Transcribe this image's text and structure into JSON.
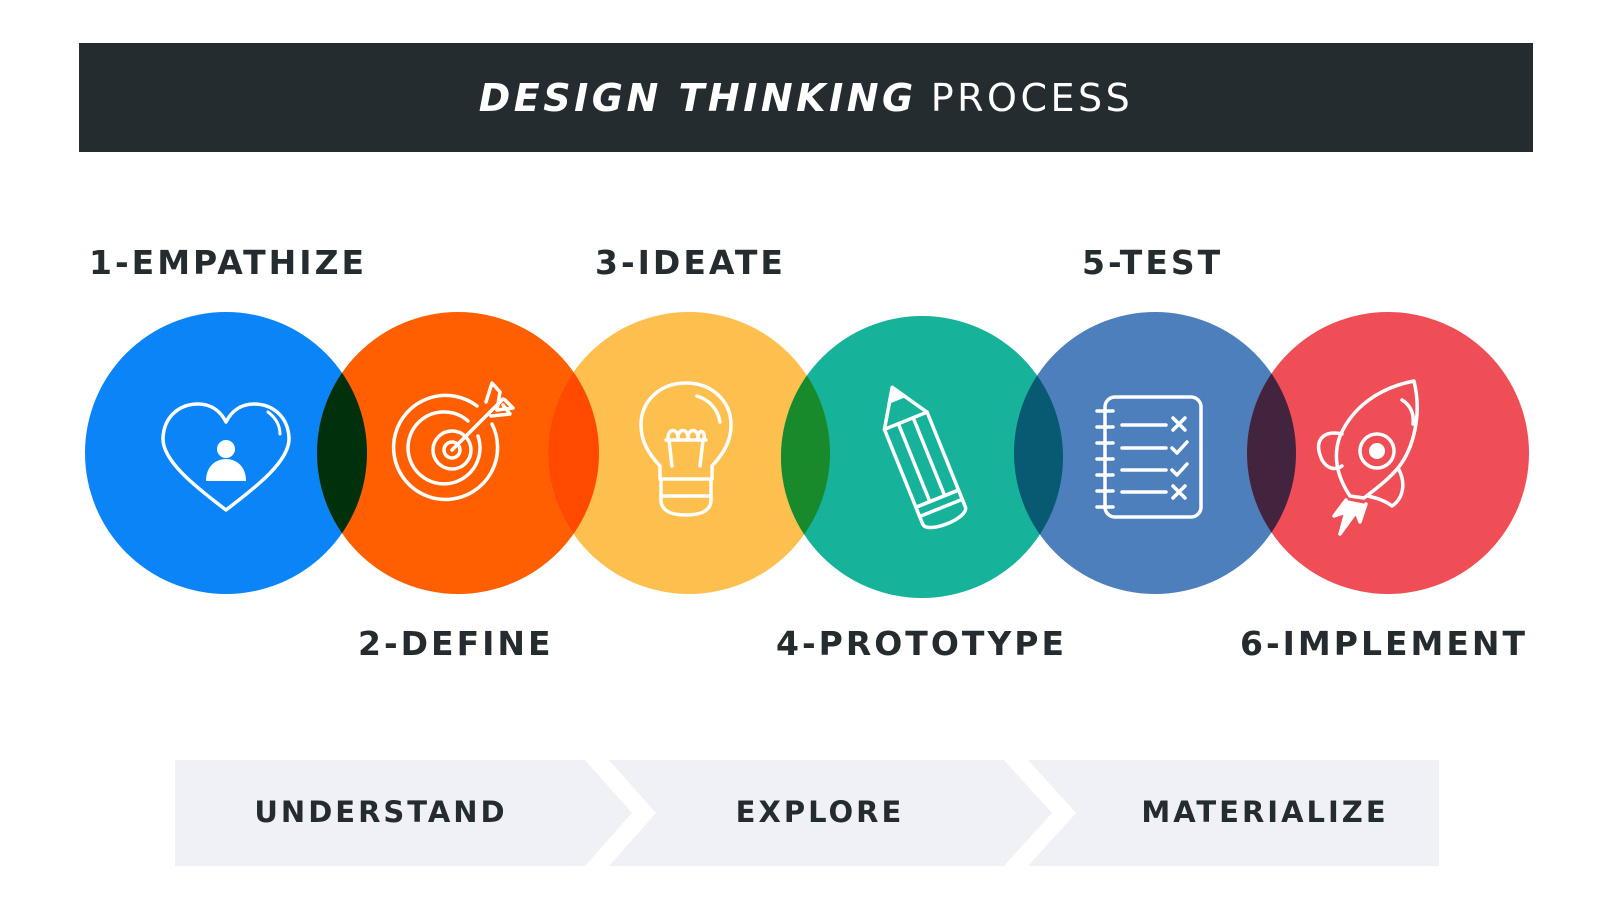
{
  "title": {
    "emphasis": "DESIGN THINKING",
    "rest": "PROCESS"
  },
  "steps": [
    {
      "label": "1-EMPATHIZE",
      "color": "#0a84f7",
      "icon": "heart-person-icon"
    },
    {
      "label": "2-DEFINE",
      "color": "#ff5f00",
      "icon": "target-arrow-icon"
    },
    {
      "label": "3-IDEATE",
      "color": "#fdbf4d",
      "icon": "lightbulb-icon"
    },
    {
      "label": "4-PROTOTYPE",
      "color": "#16b29a",
      "icon": "pencil-icon"
    },
    {
      "label": "5-TEST",
      "color": "#4c7fbb",
      "icon": "checklist-icon"
    },
    {
      "label": "6-IMPLEMENT",
      "color": "#ef4e56",
      "icon": "rocket-icon"
    }
  ],
  "overlap_colors": [
    "#00300c",
    "#ff4a00",
    "#198a2c",
    "#085a73",
    "#43243e"
  ],
  "phases": [
    {
      "label": "UNDERSTAND"
    },
    {
      "label": "EXPLORE"
    },
    {
      "label": "MATERIALIZE"
    }
  ],
  "colors": {
    "dark": "#252c30",
    "phase_bg": "#eff1f6"
  }
}
